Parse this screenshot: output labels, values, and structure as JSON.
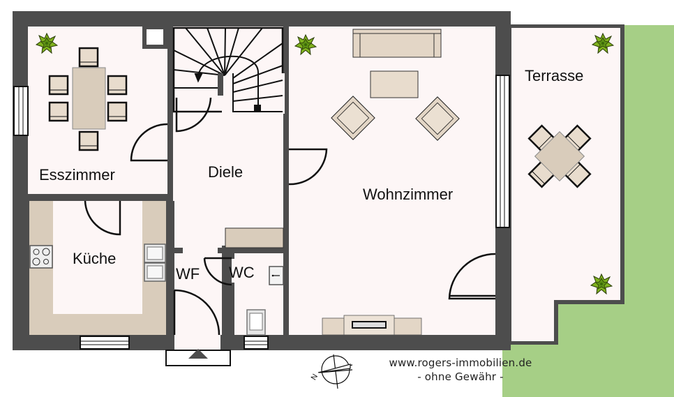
{
  "rooms": [
    {
      "id": "esszimmer",
      "label": "Esszimmer"
    },
    {
      "id": "diele",
      "label": "Diele"
    },
    {
      "id": "wohnzimmer",
      "label": "Wohnzimmer"
    },
    {
      "id": "terrasse",
      "label": "Terrasse"
    },
    {
      "id": "kueche",
      "label": "Küche"
    },
    {
      "id": "wf",
      "label": "WF"
    },
    {
      "id": "wc",
      "label": "WC"
    }
  ],
  "footer": {
    "website": "www.rogers-immobilien.de",
    "disclaimer": "- ohne Gewähr -"
  },
  "compass": {
    "north_label": "N"
  },
  "icons": [
    "plant-icon",
    "dining-table-icon",
    "staircase-icon",
    "sofa-icon",
    "armchair-icon",
    "tv-stand-icon",
    "stove-icon",
    "sink-icon",
    "toilet-icon",
    "washbasin-icon",
    "compass-icon",
    "entrance-arrow-icon",
    "window-icon",
    "door-swing-icon"
  ],
  "colors": {
    "wall": "#4d4d4d",
    "floor": "#fdf6f6",
    "furniture": "#e3d6c6",
    "counter": "#d9ccbb",
    "grass": "#a9d18a",
    "plant": "#7fb21e"
  }
}
